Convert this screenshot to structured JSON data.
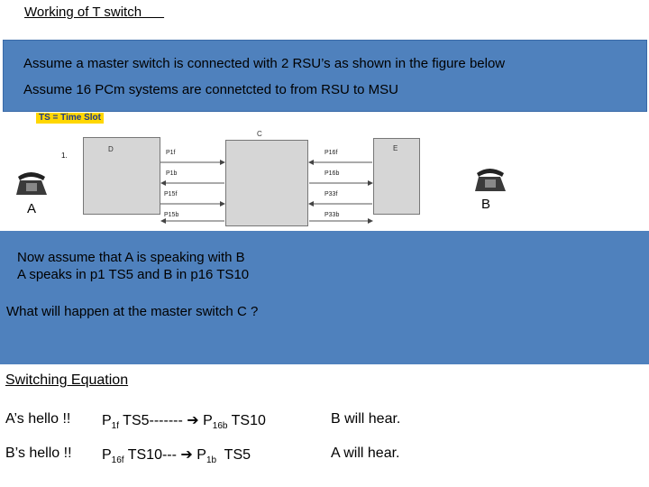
{
  "title": "Working of T switch      ",
  "intro": [
    "Assume a master switch is connected with 2 RSU’s  as shown in the figure below",
    "Assume 16 PCm systems are connetcted to from RSU to MSU"
  ],
  "diagram": {
    "legend": "TS = Time Slot",
    "index": "1.",
    "box_left": "D",
    "box_center": "C",
    "box_right": "E",
    "left_links": [
      "P1f",
      "P1b",
      "P15f",
      "P15b"
    ],
    "right_links": [
      "P16f",
      "P16b",
      "P33f",
      "P33b"
    ],
    "phone_left_label": "A",
    "phone_right_label": "B"
  },
  "scenario": [
    "Now assume that A is speaking with B",
    "A speaks in p1 TS5 and B in p16 TS10"
  ],
  "question": "What will happen at the master switch C ?",
  "switching_title": "Switching Equation",
  "equations": [
    {
      "who": "A’s hello !!",
      "p1": "P",
      "p1s": "1f",
      "mid": " TS5------- ",
      "arrow": "➔",
      "p2": " P",
      "p2s": "16b",
      "ts": " TS10",
      "result": "B will hear."
    },
    {
      "who": "B’s hello !!",
      "p1": "P",
      "p1s": "16f",
      "mid": " TS10--- ",
      "arrow": "➔",
      "p2": " P",
      "p2s": "1b",
      "ts": "  TS5",
      "result": "A will hear."
    }
  ]
}
